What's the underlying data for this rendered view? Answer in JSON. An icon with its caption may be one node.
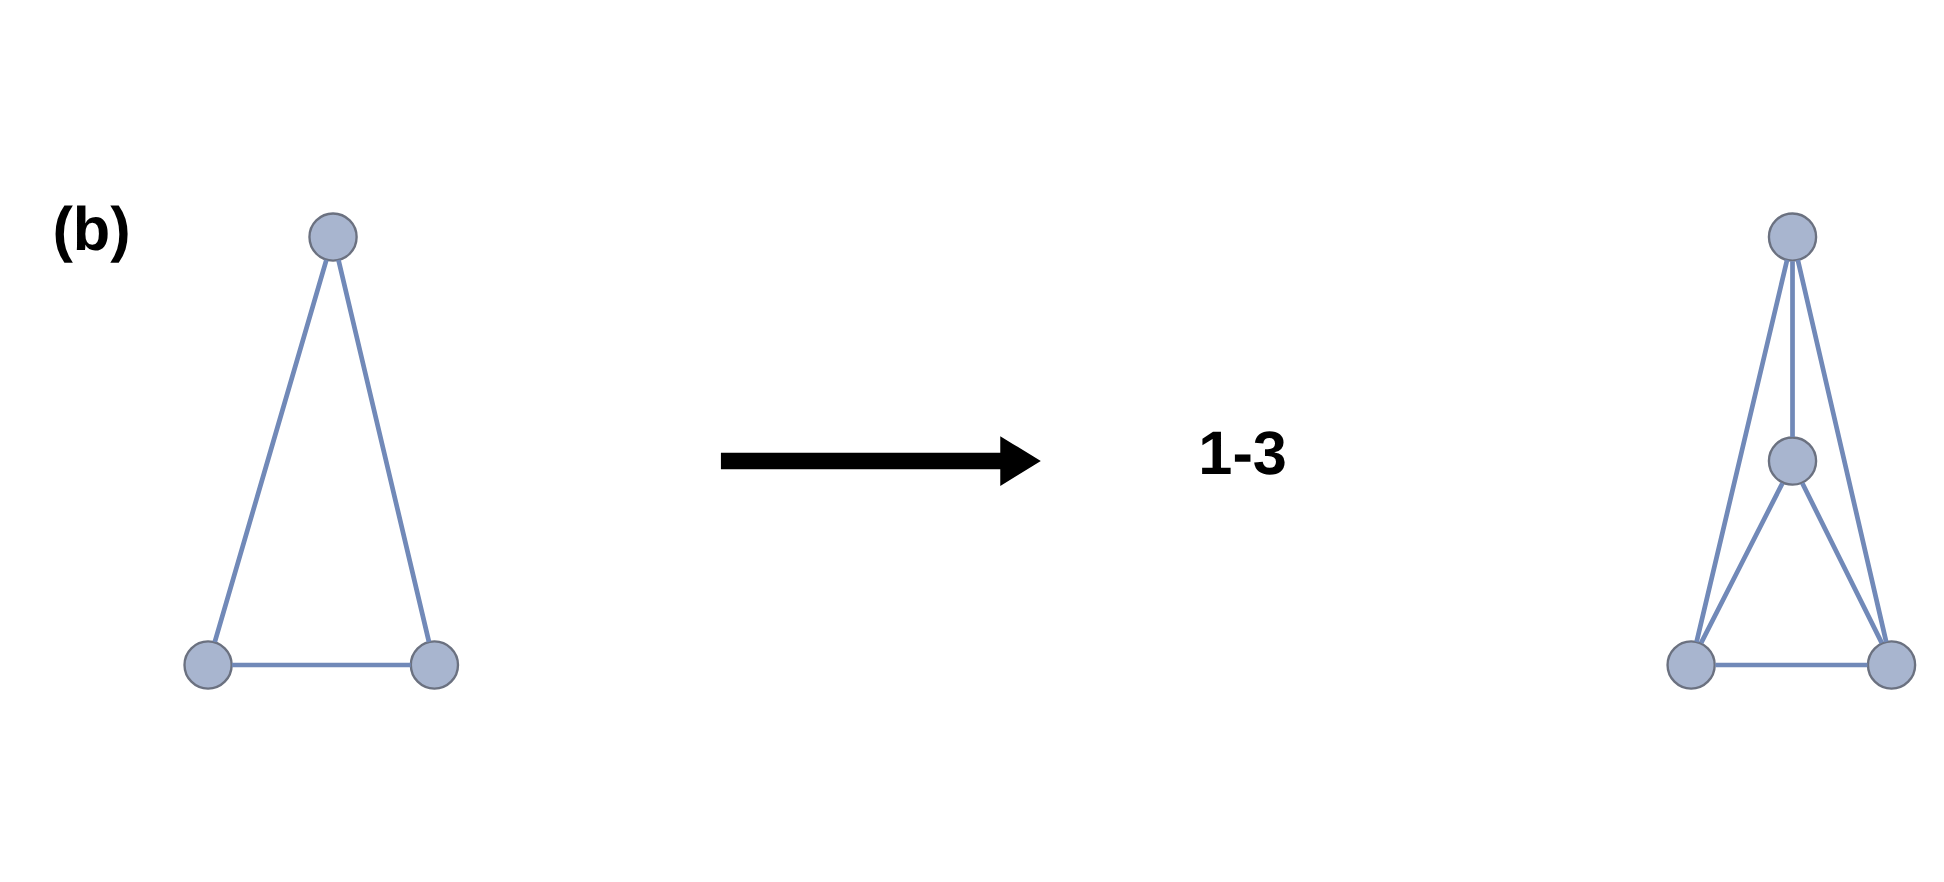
{
  "diagram": {
    "nodes": [
      {
        "text": [],
        "shape": "circle"
      },
      {
        "text": [],
        "shape": "circle"
      },
      {
        "text": [],
        "shape": "circle"
      },
      {
        "text": [],
        "shape": "circle"
      },
      {
        "text": [],
        "shape": "circle"
      },
      {
        "text": [],
        "shape": "circle"
      },
      {
        "text": [],
        "shape": "circle"
      }
    ],
    "edges": [
      {
        "from": 0,
        "to": 1,
        "arrow": "none"
      },
      {
        "from": 0,
        "to": 2,
        "arrow": "none"
      },
      {
        "from": 1,
        "to": 2,
        "arrow": "none"
      },
      {
        "from": 3,
        "to": 5,
        "arrow": "none"
      },
      {
        "from": 3,
        "to": 6,
        "arrow": "none"
      },
      {
        "from": 3,
        "to": 4,
        "arrow": "none"
      },
      {
        "from": 4,
        "to": 5,
        "arrow": "none"
      },
      {
        "from": 4,
        "to": 6,
        "arrow": "none"
      },
      {
        "from": 5,
        "to": 6,
        "arrow": "none"
      }
    ],
    "labels": [
      "(b)",
      "1-3"
    ]
  }
}
